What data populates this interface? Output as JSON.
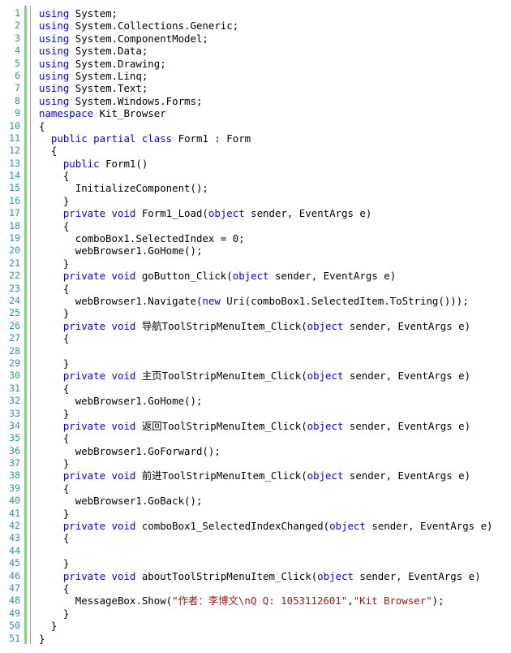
{
  "line_numbers": [
    "1",
    "2",
    "3",
    "4",
    "5",
    "6",
    "7",
    "8",
    "9",
    "10",
    "11",
    "12",
    "13",
    "14",
    "15",
    "16",
    "17",
    "18",
    "19",
    "20",
    "21",
    "22",
    "23",
    "24",
    "25",
    "26",
    "27",
    "28",
    "29",
    "30",
    "31",
    "32",
    "33",
    "34",
    "35",
    "36",
    "37",
    "38",
    "39",
    "40",
    "41",
    "42",
    "43",
    "44",
    "45",
    "46",
    "47",
    "48",
    "49",
    "50",
    "51"
  ],
  "colors": {
    "keyword": "#0000ff",
    "string": "#a31515",
    "plain": "#000000",
    "line_number": "#2b91af",
    "change_bar": "#7fd27f"
  },
  "lines": [
    [
      {
        "t": "using",
        "k": "kw"
      },
      {
        "t": " System;"
      }
    ],
    [
      {
        "t": "using",
        "k": "kw"
      },
      {
        "t": " System.Collections.Generic;"
      }
    ],
    [
      {
        "t": "using",
        "k": "kw"
      },
      {
        "t": " System.ComponentModel;"
      }
    ],
    [
      {
        "t": "using",
        "k": "kw"
      },
      {
        "t": " System.Data;"
      }
    ],
    [
      {
        "t": "using",
        "k": "kw"
      },
      {
        "t": " System.Drawing;"
      }
    ],
    [
      {
        "t": "using",
        "k": "kw"
      },
      {
        "t": " System.Linq;"
      }
    ],
    [
      {
        "t": "using",
        "k": "kw"
      },
      {
        "t": " System.Text;"
      }
    ],
    [
      {
        "t": "using",
        "k": "kw"
      },
      {
        "t": " System.Windows.Forms;"
      }
    ],
    [
      {
        "t": "namespace",
        "k": "kw"
      },
      {
        "t": " Kit_Browser"
      }
    ],
    [
      {
        "t": "{"
      }
    ],
    [
      {
        "t": "  "
      },
      {
        "t": "public",
        "k": "kw"
      },
      {
        "t": " "
      },
      {
        "t": "partial",
        "k": "kw"
      },
      {
        "t": " "
      },
      {
        "t": "class",
        "k": "kw"
      },
      {
        "t": " Form1 : Form"
      }
    ],
    [
      {
        "t": "  {"
      }
    ],
    [
      {
        "t": "    "
      },
      {
        "t": "public",
        "k": "kw"
      },
      {
        "t": " Form1()"
      }
    ],
    [
      {
        "t": "    {"
      }
    ],
    [
      {
        "t": "      InitializeComponent();"
      }
    ],
    [
      {
        "t": "    }"
      }
    ],
    [
      {
        "t": "    "
      },
      {
        "t": "private",
        "k": "kw"
      },
      {
        "t": " "
      },
      {
        "t": "void",
        "k": "kw"
      },
      {
        "t": " Form1_Load("
      },
      {
        "t": "object",
        "k": "kw"
      },
      {
        "t": " sender, EventArgs e)"
      }
    ],
    [
      {
        "t": "    {"
      }
    ],
    [
      {
        "t": "      comboBox1.SelectedIndex = 0;"
      }
    ],
    [
      {
        "t": "      webBrowser1.GoHome();"
      }
    ],
    [
      {
        "t": "    }"
      }
    ],
    [
      {
        "t": "    "
      },
      {
        "t": "private",
        "k": "kw"
      },
      {
        "t": " "
      },
      {
        "t": "void",
        "k": "kw"
      },
      {
        "t": " goButton_Click("
      },
      {
        "t": "object",
        "k": "kw"
      },
      {
        "t": " sender, EventArgs e)"
      }
    ],
    [
      {
        "t": "    {"
      }
    ],
    [
      {
        "t": "      webBrowser1.Navigate("
      },
      {
        "t": "new",
        "k": "kw"
      },
      {
        "t": " Uri(comboBox1.SelectedItem.ToString()));"
      }
    ],
    [
      {
        "t": "    }"
      }
    ],
    [
      {
        "t": "    "
      },
      {
        "t": "private",
        "k": "kw"
      },
      {
        "t": " "
      },
      {
        "t": "void",
        "k": "kw"
      },
      {
        "t": " 导航ToolStripMenuItem_Click("
      },
      {
        "t": "object",
        "k": "kw"
      },
      {
        "t": " sender, EventArgs e)"
      }
    ],
    [
      {
        "t": "    {"
      }
    ],
    [
      {
        "t": ""
      }
    ],
    [
      {
        "t": "    }"
      }
    ],
    [
      {
        "t": "    "
      },
      {
        "t": "private",
        "k": "kw"
      },
      {
        "t": " "
      },
      {
        "t": "void",
        "k": "kw"
      },
      {
        "t": " 主页ToolStripMenuItem_Click("
      },
      {
        "t": "object",
        "k": "kw"
      },
      {
        "t": " sender, EventArgs e)"
      }
    ],
    [
      {
        "t": "    {"
      }
    ],
    [
      {
        "t": "      webBrowser1.GoHome();"
      }
    ],
    [
      {
        "t": "    }"
      }
    ],
    [
      {
        "t": "    "
      },
      {
        "t": "private",
        "k": "kw"
      },
      {
        "t": " "
      },
      {
        "t": "void",
        "k": "kw"
      },
      {
        "t": " 返回ToolStripMenuItem_Click("
      },
      {
        "t": "object",
        "k": "kw"
      },
      {
        "t": " sender, EventArgs e)"
      }
    ],
    [
      {
        "t": "    {"
      }
    ],
    [
      {
        "t": "      webBrowser1.GoForward();"
      }
    ],
    [
      {
        "t": "    }"
      }
    ],
    [
      {
        "t": "    "
      },
      {
        "t": "private",
        "k": "kw"
      },
      {
        "t": " "
      },
      {
        "t": "void",
        "k": "kw"
      },
      {
        "t": " 前进ToolStripMenuItem_Click("
      },
      {
        "t": "object",
        "k": "kw"
      },
      {
        "t": " sender, EventArgs e)"
      }
    ],
    [
      {
        "t": "    {"
      }
    ],
    [
      {
        "t": "      webBrowser1.GoBack();"
      }
    ],
    [
      {
        "t": "    }"
      }
    ],
    [
      {
        "t": "    "
      },
      {
        "t": "private",
        "k": "kw"
      },
      {
        "t": " "
      },
      {
        "t": "void",
        "k": "kw"
      },
      {
        "t": " comboBox1_SelectedIndexChanged("
      },
      {
        "t": "object",
        "k": "kw"
      },
      {
        "t": " sender, EventArgs e)"
      }
    ],
    [
      {
        "t": "    {"
      }
    ],
    [
      {
        "t": ""
      }
    ],
    [
      {
        "t": "    }"
      }
    ],
    [
      {
        "t": "    "
      },
      {
        "t": "private",
        "k": "kw"
      },
      {
        "t": " "
      },
      {
        "t": "void",
        "k": "kw"
      },
      {
        "t": " aboutToolStripMenuItem_Click("
      },
      {
        "t": "object",
        "k": "kw"
      },
      {
        "t": " sender, EventArgs e)"
      }
    ],
    [
      {
        "t": "    {"
      }
    ],
    [
      {
        "t": "      MessageBox.Show("
      },
      {
        "t": "\"作者：李博文\\nQ Q: 1053112601\"",
        "k": "str"
      },
      {
        "t": ","
      },
      {
        "t": "\"Kit Browser\"",
        "k": "str"
      },
      {
        "t": ");"
      }
    ],
    [
      {
        "t": "    }"
      }
    ],
    [
      {
        "t": "  }"
      }
    ],
    [
      {
        "t": "}"
      }
    ]
  ]
}
